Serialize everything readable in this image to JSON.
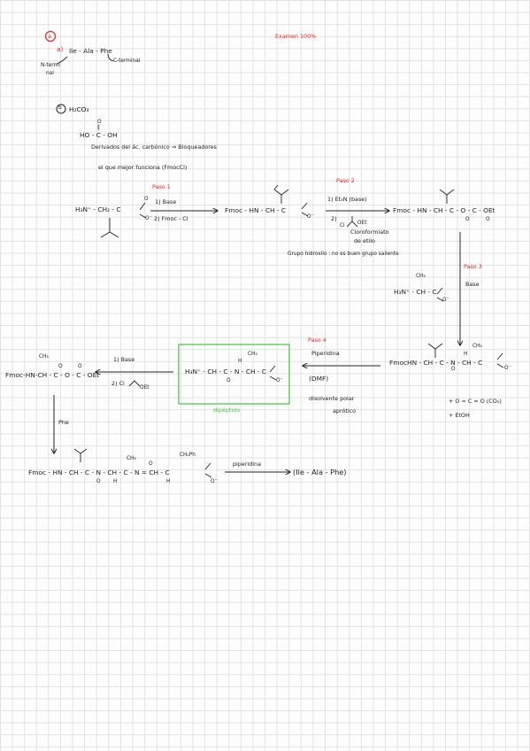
{
  "header": {
    "exam_label": "Examen 100%",
    "q_a_circle": "a",
    "q_b_circle": "b"
  },
  "part_a": {
    "label": "a)",
    "sequence": "Ile - Ala - Phe",
    "n_term": "N-termi",
    "n_term_2": "nal",
    "c_term": "C-terminal"
  },
  "part_b": {
    "h2co3": "H₂CO₃",
    "carbonyl_o": "O",
    "carbonyl_bond": "‖",
    "acid": "HO - C - OH",
    "derivatives": "Derivados del ác. carbónico ⇒ Bloqueadores",
    "best": "el que mejor funciona (FmocCl)"
  },
  "step1": {
    "title": "Paso 1",
    "reagent1": "1) Base",
    "reagent2": "2) Fmoc - Cl",
    "reactant": "H₃N⁺ - CH₂ - C",
    "reactant_o": "O",
    "reactant_om": "O⁻",
    "product": "Fmoc - HN - CH - C",
    "product_om": "O⁻"
  },
  "step2": {
    "title": "Paso 2",
    "reagent1": "1) Et₃N (base)",
    "reagent2": "2)",
    "cl": "Cl",
    "oet": "OEt",
    "chloroformate": "Cloroformiato",
    "chloroformate2": "de etilo",
    "note": "Grupo hidroxilo : no es buen grupo saliente",
    "product": "Fmoc - HN - CH - C - O - C - OEt",
    "product_o1": "O",
    "product_o2": "O"
  },
  "step3": {
    "title": "Paso 3",
    "base": "Base",
    "ch3": "CH₃",
    "alanine": "H₃N⁺ - CH - C",
    "alanine_om": "O⁻",
    "product": "FmocHN - CH - C - N - CH - C",
    "product_ch3": "CH₃",
    "product_o": "O",
    "product_h": "H",
    "product_om": "O⁻",
    "byproduct1": "+ O = C = O (CO₂)",
    "byproduct2": "+ EtOH"
  },
  "step4": {
    "title": "Paso 4",
    "reagent": "Piperidina",
    "solvent": "(DMF)",
    "solvent_desc1": "disolvente polar",
    "solvent_desc2": "aprótico",
    "dipeptide": "H₃N⁺ - CH - C - N - CH - C",
    "dipeptide_ch3": "CH₃",
    "dipeptide_h": "H",
    "dipeptide_o": "O",
    "dipeptide_om": "O⁻",
    "dipeptide_label": "dipéptido"
  },
  "step5": {
    "reagent1": "1) Base",
    "reagent2": "2) Cl",
    "oet": "OEt",
    "ch3": "CH₃",
    "product": "Fmoc-HN-CH - C - O - C - OEt",
    "o1": "O",
    "o2": "O",
    "phe": "Phe"
  },
  "final": {
    "ch3": "CH₃",
    "ch2ph": "CH₂Ph",
    "chain": "Fmoc - HN - CH - C - N - CH - C - N = CH - C",
    "o1": "O",
    "o2": "O",
    "h1": "H",
    "h2": "H",
    "om": "O⁻",
    "reagent": "piperidina",
    "product": "(Ile - Ala - Phe)"
  },
  "colors": {
    "accent_red": "#e0262a",
    "box_green": "#4cc94c",
    "ink": "#222222",
    "grid": "#e2e2e2"
  }
}
